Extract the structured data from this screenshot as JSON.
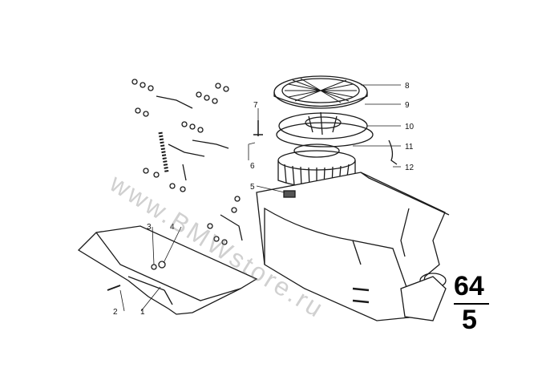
{
  "diagram": {
    "callouts": [
      "1",
      "2",
      "3",
      "4",
      "5",
      "6",
      "7",
      "8",
      "9",
      "10",
      "11",
      "12"
    ],
    "group_number_top": "64",
    "group_number_bottom": "5",
    "watermark": "www.BMWstore.ru"
  },
  "colors": {
    "ink": "#1a1a1a",
    "paper": "#ffffff"
  }
}
